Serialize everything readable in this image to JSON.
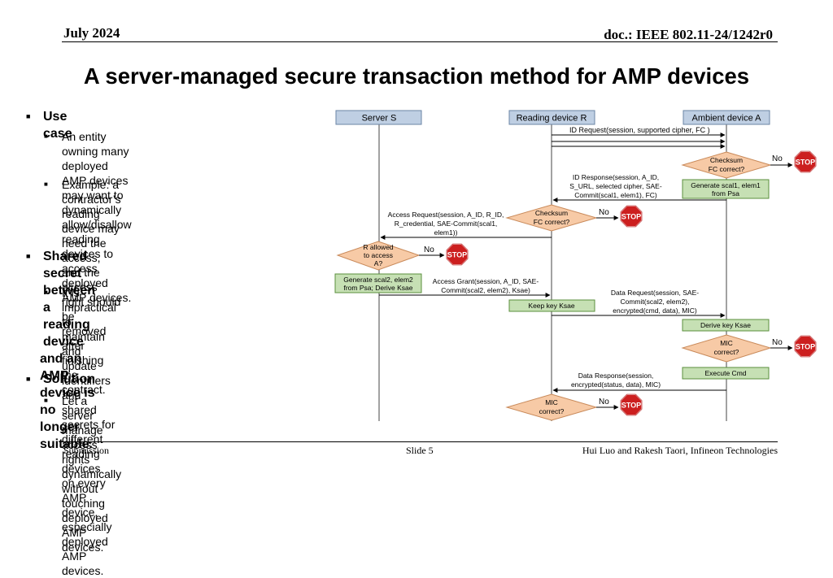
{
  "header": {
    "date": "July 2024",
    "doc": "doc.: IEEE 802.11-24/1242r0"
  },
  "title": "A server-managed secure transaction method for AMP devices",
  "bullets": {
    "use_case": "Use case",
    "use_case_items": [
      [
        "An entity owning many deployed AMP devices",
        "may want to dynamically allow/disallow reading",
        "devices to access deployed AMP devices."
      ],
      [
        "Example: a contractor’s reading device may",
        "need the access, and the access right should",
        "be removed after finishing the contract."
      ]
    ],
    "shared_secret": [
      "Shared secret between a reading device",
      "and an AMP device is no longer suitable."
    ],
    "shared_secret_items": [
      [
        "It is impractical to maintain and update",
        "identifiers and shared secrets for different",
        "reading devices on every AMP device,",
        "especially deployed AMP devices."
      ]
    ],
    "solution": "Solution",
    "solution_items": [
      [
        "Let a server manage access rights dynamically",
        "without touching deployed AMP devices."
      ]
    ]
  },
  "diagram": {
    "lanes": {
      "server": "Server S",
      "reader": "Reading device R",
      "ambient": "Ambient device A"
    },
    "messages": {
      "id_request": [
        "ID Request(session,  supported  cipher, FC )"
      ],
      "id_response": [
        "ID Response(session,  A_ID,",
        "S_URL, selected cipher, SAE-",
        "Commit(scal1, elem1),  FC)"
      ],
      "access_request": [
        "Access Request(session,  A_ID, R_ID,",
        "R_credential,  SAE-Commit(scal1,",
        "elem1))"
      ],
      "access_grant": [
        "Access Grant(session,  A_ID, SAE-",
        "Commit(scal2, elem2),  Ksae)"
      ],
      "data_request": [
        "Data Request(session,  SAE-",
        "Commit(scal2, elem2),",
        "encrypted(cmd, data),  MIC)"
      ],
      "data_response": [
        "Data Response(session,",
        "encrypted(status,  data),  MIC)"
      ]
    },
    "decisions": {
      "checksum_a": [
        "Checksum",
        "FC correct?"
      ],
      "checksum_r": [
        "Checksum",
        "FC correct?"
      ],
      "r_allowed": [
        "R allowed",
        "to access",
        "A?"
      ],
      "mic_a": [
        "MIC",
        "correct?"
      ],
      "mic_r": [
        "MIC",
        "correct?"
      ]
    },
    "actions": {
      "gen_scal1": [
        "Generate  scal1, elem1",
        "from Psa"
      ],
      "gen_scal2": [
        "Generate  scal2, elem2",
        "from Psa; Derive Ksae"
      ],
      "keep_key": [
        "Keep key Ksae"
      ],
      "derive_key": [
        "Derive key Ksae"
      ],
      "execute_cmd": [
        "Execute  Cmd"
      ]
    },
    "no_label": "No",
    "stop_label": "STOP"
  },
  "footer": {
    "left": "Submission",
    "center": "Slide 5",
    "right": "Hui Luo and Rakesh Taori, Infineon Technologies"
  }
}
